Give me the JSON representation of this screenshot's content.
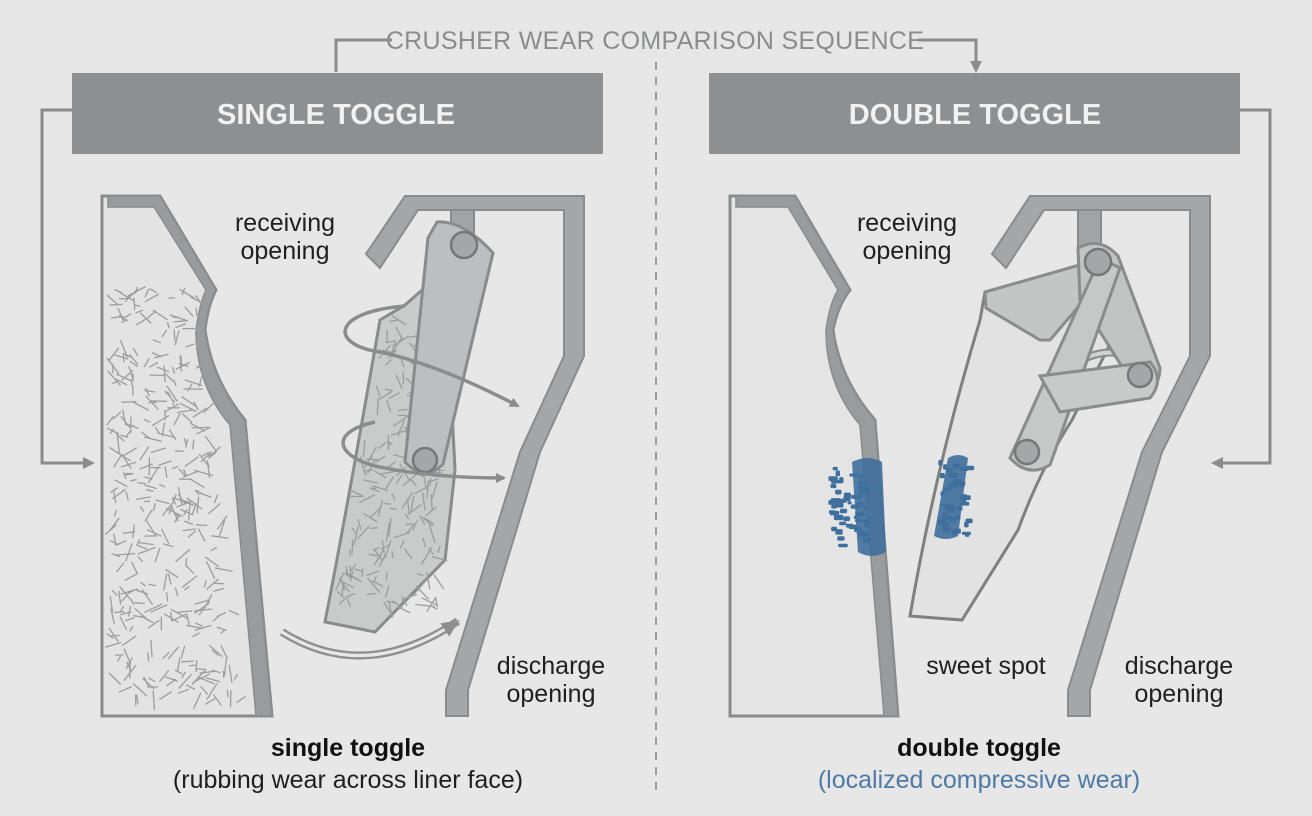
{
  "sequence_title": "CRUSHER WEAR COMPARISON SEQUENCE",
  "colors": {
    "background": "#e6e7e6",
    "header": "#8e8f90",
    "outline": "#8a8b8c",
    "arrow": "#8b8c8d",
    "wear_blue": "#3f6f9c",
    "caption_blue": "#4f7aa8"
  },
  "left": {
    "header": "SINGLE TOGGLE",
    "receiving_label": [
      "receiving",
      "opening"
    ],
    "discharge_label": [
      "discharge",
      "opening"
    ],
    "caption_title": "single toggle",
    "caption_subtitle": "(rubbing wear across liner face)"
  },
  "right": {
    "header": "DOUBLE TOGGLE",
    "receiving_label": [
      "receiving",
      "opening"
    ],
    "discharge_label": [
      "discharge",
      "opening"
    ],
    "sweet_spot_label": "sweet spot",
    "caption_title": "double toggle",
    "caption_subtitle": "(localized compressive wear)"
  }
}
